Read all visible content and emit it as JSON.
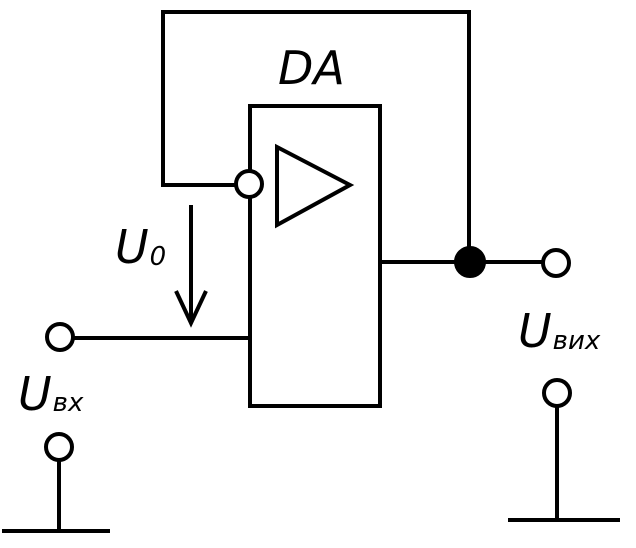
{
  "component": {
    "label": "DA",
    "symbol": "triangle-amplifier-icon"
  },
  "labels": {
    "u0": {
      "main": "U",
      "sub": "0"
    },
    "uvx": {
      "main": "U",
      "sub": "вх"
    },
    "uvyx": {
      "main": "U",
      "sub": "вих"
    }
  },
  "colors": {
    "line": "#000000",
    "background": "#ffffff"
  }
}
